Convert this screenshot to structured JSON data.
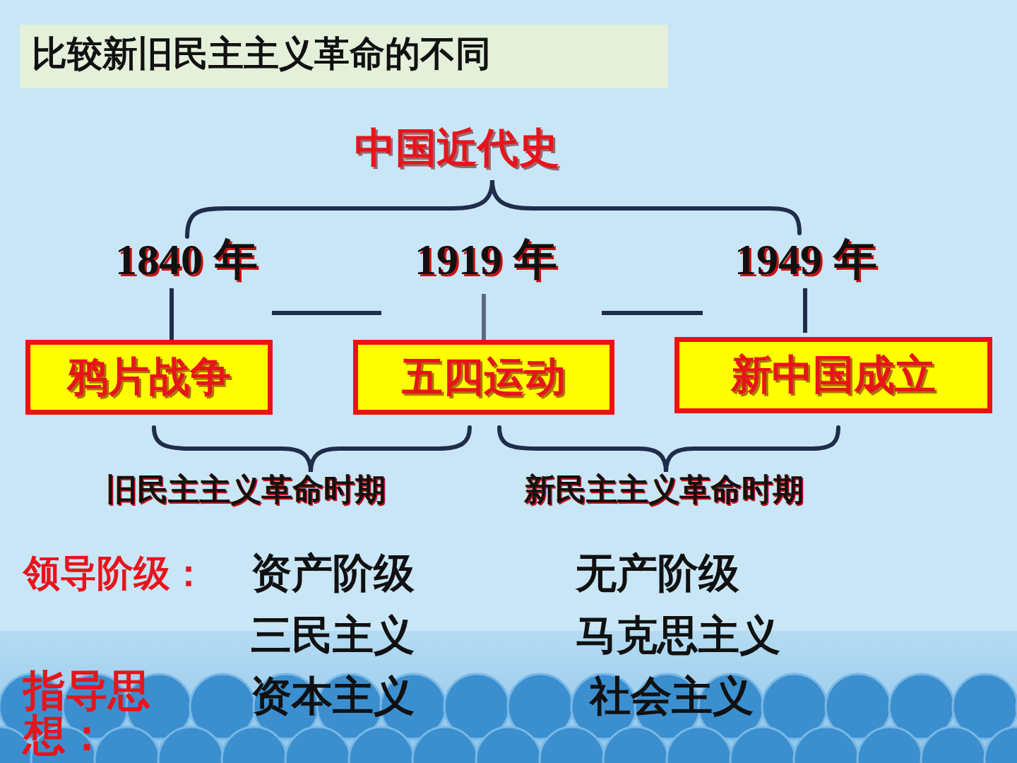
{
  "diagram": {
    "title": "比较新旧民主主义革命的不同",
    "nodes": [
      {
        "text": [
          "鸦片战争"
        ]
      },
      {
        "text": [
          "五四运动"
        ]
      },
      {
        "text": [
          "新中国成立"
        ]
      }
    ],
    "labels": [
      "中国近代史",
      "1840 年",
      "1919 年",
      "1949 年",
      "旧民主主义革命时期",
      "新民主主义革命时期",
      "领导阶级：",
      "资产阶级",
      "无产阶级",
      "三民主义",
      "马克思主义",
      "资本主义",
      "社会主义",
      "指导思想："
    ]
  }
}
